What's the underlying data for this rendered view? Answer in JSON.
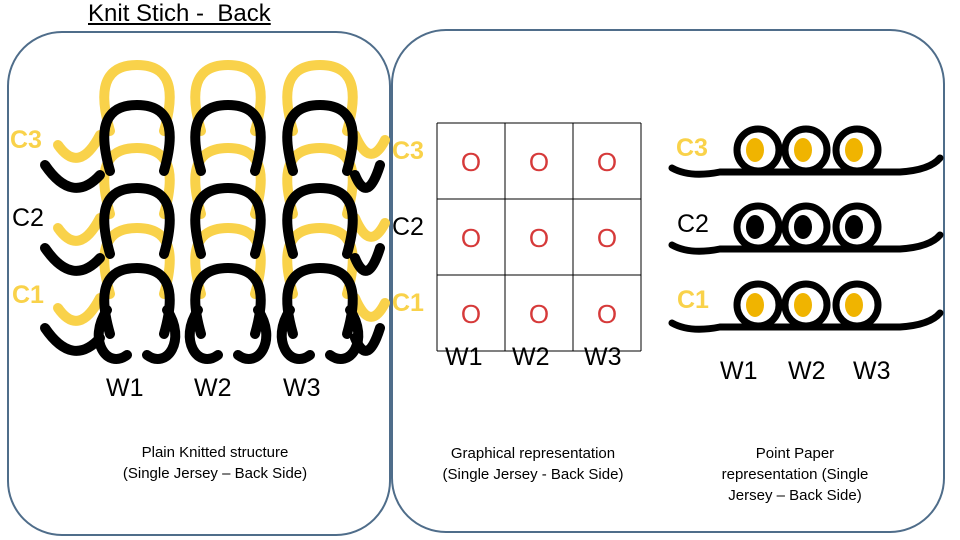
{
  "title": "Knit Stich -  Back",
  "colors": {
    "yellow": "#f9d24a",
    "dot_yellow": "#f0b400",
    "black": "#000000",
    "panel_border": "#4f6d8a",
    "ring_red": "#d63a3a"
  },
  "left_panel": {
    "course_labels": [
      "C3",
      "C2",
      "C1"
    ],
    "wale_labels": [
      "W1",
      "W2",
      "W3"
    ],
    "caption_line1": "Plain Knitted structure",
    "caption_line2": "(Single Jersey – Back Side)"
  },
  "middle_panel": {
    "course_labels": [
      "C3",
      "C2",
      "C1"
    ],
    "grid_symbol": "O",
    "grid_rows": 3,
    "grid_cols": 3,
    "wale_labels": [
      "W1",
      "W2",
      "W3"
    ],
    "caption_line1": "Graphical representation",
    "caption_line2": "(Single Jersey - Back Side)"
  },
  "right_panel": {
    "course_labels": [
      "C3",
      "C2",
      "C1"
    ],
    "dot_colors_by_course": [
      "yellow",
      "black",
      "yellow"
    ],
    "wale_labels": [
      "W1",
      "W2",
      "W3"
    ],
    "caption_line1": "Point Paper",
    "caption_line2": "representation (Single",
    "caption_line3": "Jersey – Back Side)"
  }
}
